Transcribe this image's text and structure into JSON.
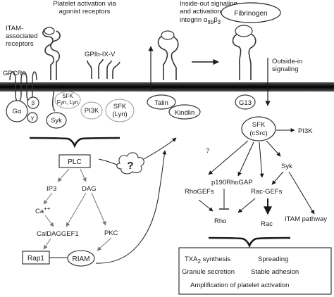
{
  "labels": {
    "platelet_activation_line1": "Platelet activation via",
    "platelet_activation_line2": "agonist receptors",
    "itam_line1": "ITAM-",
    "itam_line2": "associated",
    "itam_line3": "receptors",
    "gpcrs": "GPCRs",
    "g_alpha": "Gα",
    "g_beta": "β",
    "g_gamma": "γ",
    "sfk_small_line1": "SFK",
    "sfk_small_line2": "Fyn, Lyn",
    "syk_left": "Syk",
    "gpib": "GPIb-IX-V",
    "pi3k_left": "PI3K",
    "sfk_lyn_line1": "SFK",
    "sfk_lyn_line2": "(Lyn)",
    "inside_out_line1": "Inside-out signaling",
    "inside_out_line2": "and activation of",
    "inside_out_line3_prefix": "integrin α",
    "inside_out_sub": "IIb",
    "inside_out_sub2": "β",
    "inside_out_sub3": "3",
    "talin": "Talin",
    "kindlin": "Kindlin",
    "fibrinogen": "Fibrinogen",
    "outside_in_line1": "Outside-in",
    "outside_in_line2": "signaling",
    "g13": "G13",
    "sfk_csrc_line1": "SFK",
    "sfk_csrc_line2": "(cSrc)",
    "pi3k_right": "PI3K",
    "question_small": "?",
    "question_big": "?",
    "plc": "PLC",
    "ip3": "IP3",
    "dag": "DAG",
    "ca": "Ca",
    "ca_sup": "++",
    "caldaggef1": "CalDAGGEF1",
    "pkc": "PKC",
    "rap1": "Rap1",
    "riam": "RIAM",
    "p190": "p190RhoGAP",
    "syk_right": "Syk",
    "rhogefs": "RhoGEFs",
    "racgefs": "Rac-GEFs",
    "rho": "Rho",
    "rac": "Rac",
    "itam_pathway": "ITAM pathway",
    "txa2_prefix": "TXA",
    "txa2_sub": "2",
    "txa2_suffix": " synthesis",
    "spreading": "Spreading",
    "granule": "Granule secretion",
    "stable": "Stable adhesion",
    "amplification": "Amplification of platelet activation"
  }
}
